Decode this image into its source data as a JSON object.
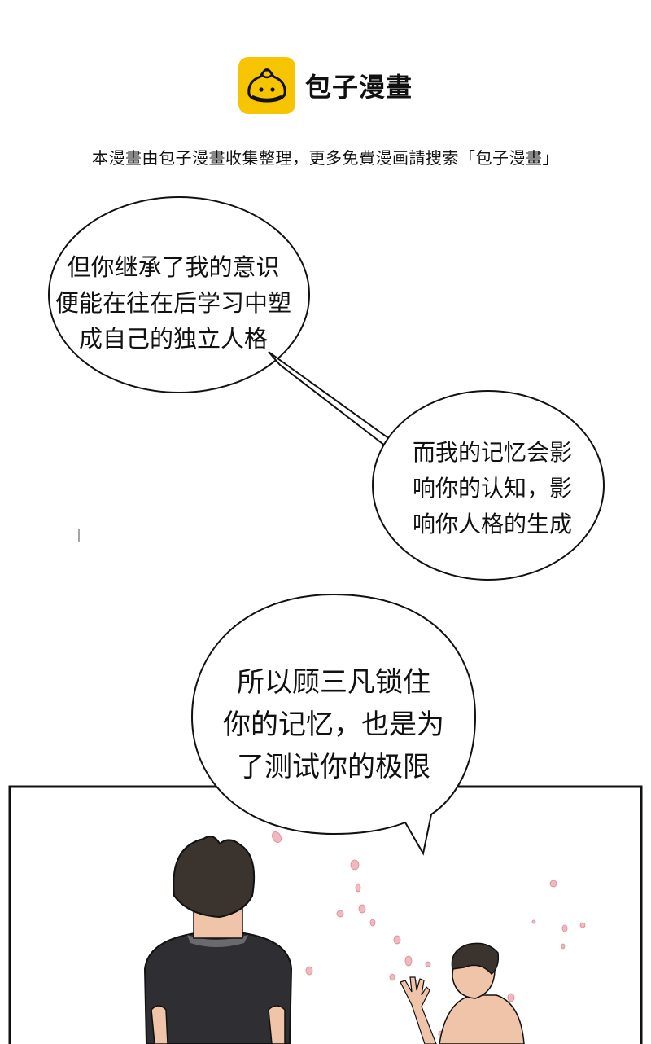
{
  "header": {
    "logo_text": "包子漫畫",
    "notice": "本漫畫由包子漫畫收集整理，更多免費漫画請搜索「包子漫畫」"
  },
  "bubbles": [
    {
      "lines": [
        "但你继承了我的意识",
        "便能在往在后学习中塑",
        "成自己的独立人格"
      ]
    },
    {
      "lines": [
        "而我的记忆会影",
        "响你的认知，影",
        "响你人格的生成"
      ]
    },
    {
      "lines": [
        "所以顾三凡锁住",
        "你的记忆，也是为",
        "了测试你的极限"
      ]
    }
  ],
  "colors": {
    "logo_bg": "#f6c400",
    "ink": "#111111",
    "petal": "#f2b8bf",
    "skin": "#f0c4a8",
    "hair": "#3b332d",
    "shirt": "#2f2f33"
  }
}
